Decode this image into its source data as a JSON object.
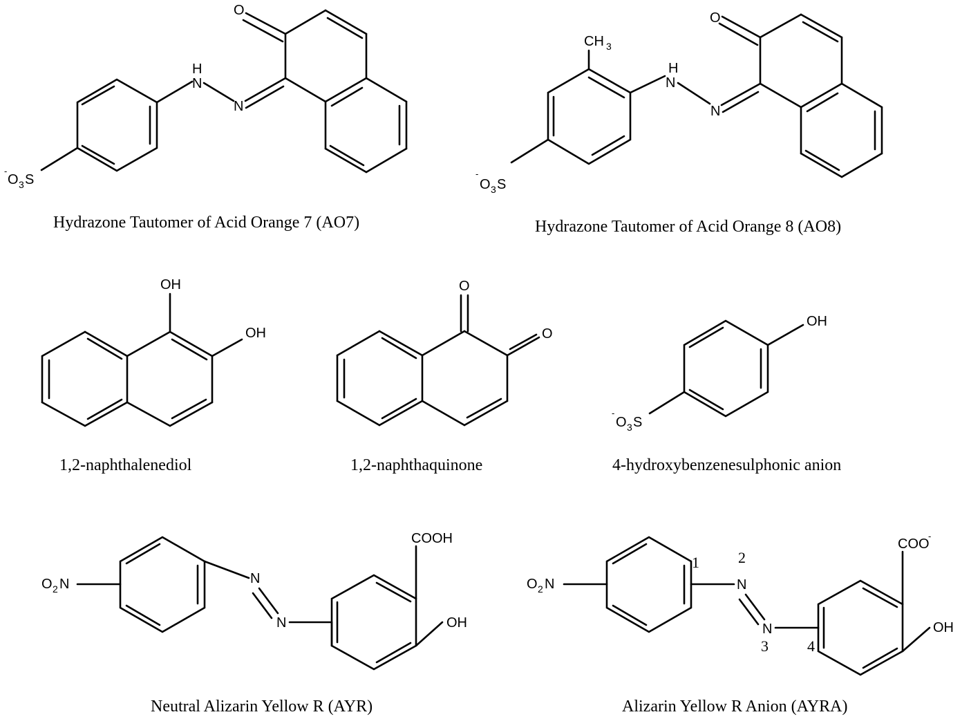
{
  "captions": {
    "ao7": "Hydrazone Tautomer of Acid Orange 7 (AO7)",
    "ao8": "Hydrazone Tautomer of Acid Orange 8 (AO8)",
    "diol": "1,2-naphthalenediol",
    "quinone": "1,2-naphthaquinone",
    "hbsa": "4-hydroxybenzenesulphonic anion",
    "ayr": "Neutral Alizarin Yellow R (AYR)",
    "ayra": "Alizarin Yellow R Anion (AYRA)"
  },
  "atoms": {
    "O": "O",
    "N": "N",
    "H": "H",
    "S": "S",
    "O3": "O",
    "three": "3",
    "two": "2",
    "minus": "-",
    "OH": "OH",
    "CH": "CH",
    "COOH": "COOH",
    "COO": "COO"
  },
  "numbers": {
    "n1": "1",
    "n2": "2",
    "n3": "3",
    "n4": "4"
  }
}
